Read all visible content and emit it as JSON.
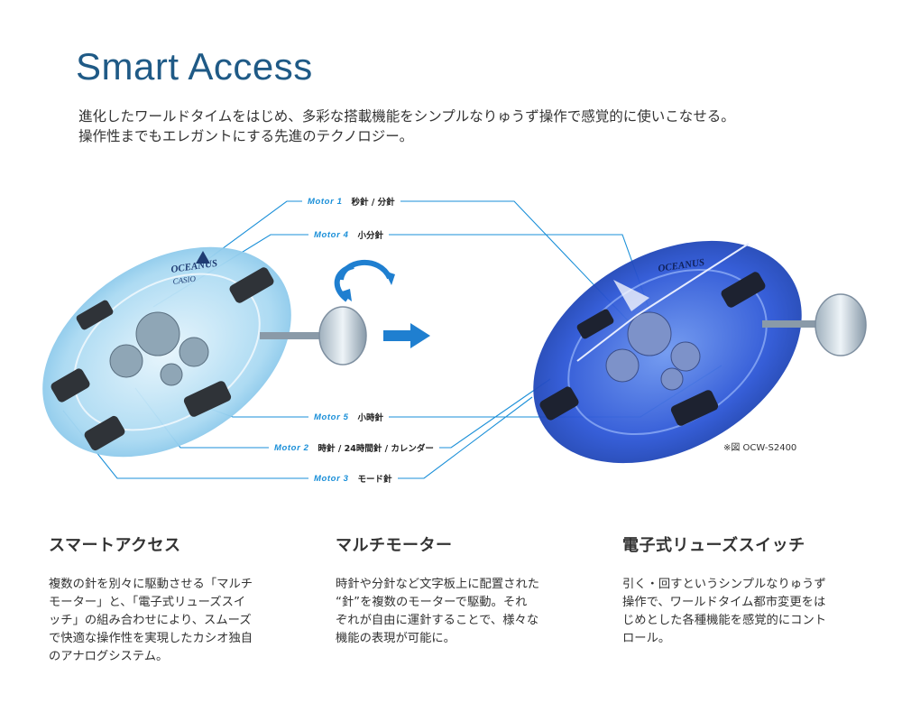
{
  "header": {
    "title": "Smart Access",
    "intro_lines": [
      "進化したワールドタイムをはじめ、多彩な搭載機能をシンプルなりゅうず操作で感覚的に使いこなせる。",
      "操作性までもエレガントにする先進のテクノロジー。"
    ]
  },
  "diagram": {
    "dial_logo_top": "OCEANUS",
    "dial_logo_bottom": "CASIO",
    "motors": [
      {
        "name": "Motor 1",
        "hands": "秒針 / 分針"
      },
      {
        "name": "Motor 4",
        "hands": "小分針"
      },
      {
        "name": "Motor 5",
        "hands": "小時針"
      },
      {
        "name": "Motor 2",
        "hands": "時針 / 24時間針 / カレンダー"
      },
      {
        "name": "Motor 3",
        "hands": "モード針"
      }
    ],
    "note": "※図 OCW-S2400",
    "colors": {
      "left_dial": "#bfe4f7",
      "right_dial": "#2f5fd8",
      "line": "#1a8fd8",
      "arrow": "#1f7fd0"
    }
  },
  "features": [
    {
      "title": "スマートアクセス",
      "lines": [
        "複数の針を別々に駆動させる「マルチ",
        "モーター」と、「電子式リューズスイ",
        "ッチ」の組み合わせにより、スムーズ",
        "で快適な操作性を実現したカシオ独自",
        "のアナログシステム。"
      ]
    },
    {
      "title": "マルチモーター",
      "lines": [
        "時針や分針など文字板上に配置された",
        "“針”を複数のモーターで駆動。それ",
        "ぞれが自由に運針することで、様々な",
        "機能の表現が可能に。"
      ]
    },
    {
      "title": "電子式リューズスイッチ",
      "lines": [
        "引く・回すというシンプルなりゅうず",
        "操作で、ワールドタイム都市変更をは",
        "じめとした各種機能を感覚的にコント",
        "ロール。"
      ]
    }
  ]
}
